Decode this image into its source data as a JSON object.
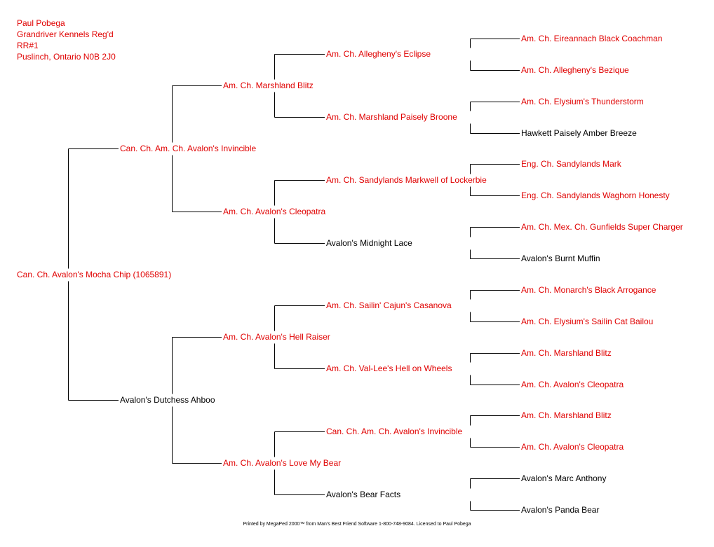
{
  "header": {
    "lines": [
      "Paul Pobega",
      "Grandriver Kennels Reg'd",
      "RR#1",
      "Puslinch, Ontario N0B 2J0"
    ]
  },
  "colors": {
    "titled": "#e00000",
    "plain": "#000000",
    "lines": "#000000"
  },
  "pedigree": {
    "root": {
      "name": "Can. Ch. Avalon's Mocha Chip (1065891)",
      "titled": true
    },
    "gen1": [
      {
        "name": "Can. Ch. Am. Ch. Avalon's Invincible",
        "titled": true
      },
      {
        "name": "Avalon's Dutchess Ahboo",
        "titled": false
      }
    ],
    "gen2": [
      {
        "name": "Am. Ch. Marshland Blitz",
        "titled": true
      },
      {
        "name": "Am. Ch. Avalon's Cleopatra",
        "titled": true
      },
      {
        "name": "Am. Ch. Avalon's Hell Raiser",
        "titled": true
      },
      {
        "name": "Am. Ch. Avalon's Love My Bear",
        "titled": true
      }
    ],
    "gen3": [
      {
        "name": "Am. Ch. Allegheny's Eclipse",
        "titled": true
      },
      {
        "name": "Am. Ch. Marshland Paisely Broone",
        "titled": true
      },
      {
        "name": "Am. Ch. Sandylands Markwell of Lockerbie",
        "titled": true
      },
      {
        "name": "Avalon's Midnight Lace",
        "titled": false
      },
      {
        "name": "Am. Ch. Sailin' Cajun's Casanova",
        "titled": true
      },
      {
        "name": "Am. Ch. Val-Lee's Hell on Wheels",
        "titled": true
      },
      {
        "name": "Can. Ch. Am. Ch. Avalon's Invincible",
        "titled": true
      },
      {
        "name": "Avalon's Bear Facts",
        "titled": false
      }
    ],
    "gen4": [
      {
        "name": "Am. Ch. Eireannach Black Coachman",
        "titled": true
      },
      {
        "name": "Am. Ch. Allegheny's Bezique",
        "titled": true
      },
      {
        "name": "Am. Ch. Elysium's Thunderstorm",
        "titled": true
      },
      {
        "name": "Hawkett Paisely Amber Breeze",
        "titled": false
      },
      {
        "name": "Eng. Ch. Sandylands Mark",
        "titled": true
      },
      {
        "name": "Eng. Ch. Sandylands Waghorn Honesty",
        "titled": true
      },
      {
        "name": "Am. Ch. Mex. Ch. Gunfields Super Charger",
        "titled": true
      },
      {
        "name": "Avalon's Burnt Muffin",
        "titled": false
      },
      {
        "name": "Am. Ch. Monarch's Black Arrogance",
        "titled": true
      },
      {
        "name": "Am. Ch. Elysium's Sailin Cat Bailou",
        "titled": true
      },
      {
        "name": "Am. Ch. Marshland Blitz",
        "titled": true
      },
      {
        "name": "Am. Ch. Avalon's Cleopatra",
        "titled": true
      },
      {
        "name": "Am. Ch. Marshland Blitz",
        "titled": true
      },
      {
        "name": "Am. Ch. Avalon's Cleopatra",
        "titled": true
      },
      {
        "name": "Avalon's Marc Anthony",
        "titled": false
      },
      {
        "name": "Avalon's Panda Bear",
        "titled": false
      }
    ]
  },
  "footer": {
    "text": "Printed by MegaPed 2000™ from Man's Best Friend Software 1-800-748-9084. Licensed to Paul Pobega"
  }
}
